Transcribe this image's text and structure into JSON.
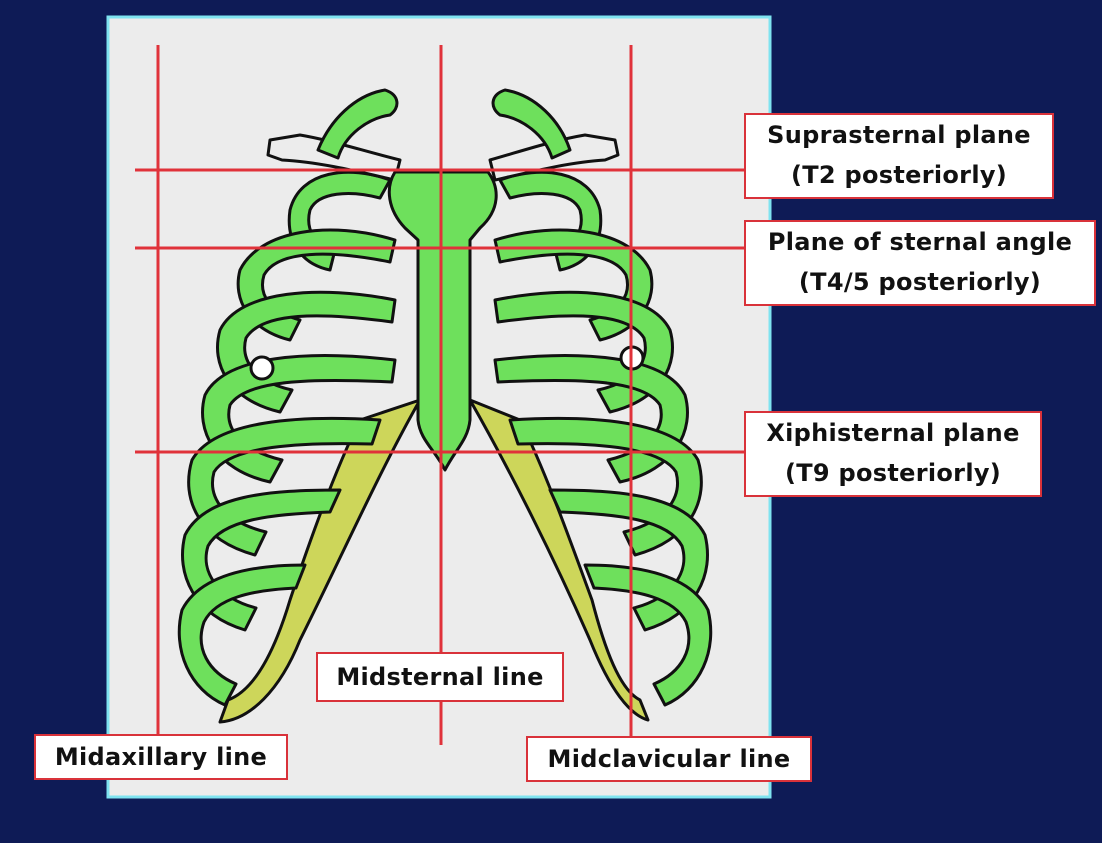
{
  "colors": {
    "background": "#0e1b56",
    "panel": "#ececec",
    "panel_border": "#7fe3f0",
    "bone_green": "#6ee05c",
    "cartilage_yellow": "#cdd65a",
    "outline": "#111111",
    "reference_line": "#e0323a",
    "label_border": "#d9323a"
  },
  "labels": {
    "suprasternal": {
      "line1": "Suprasternal plane",
      "line2": "(T2 posteriorly)"
    },
    "sternal_angle": {
      "line1": "Plane of sternal angle",
      "line2": "(T4/5 posteriorly)"
    },
    "xiphisternal": {
      "line1": "Xiphisternal plane",
      "line2": "(T9 posteriorly)"
    },
    "midsternal": "Midsternal line",
    "midaxillary": "Midaxillary line",
    "midclavicular": "Midclavicular line"
  }
}
